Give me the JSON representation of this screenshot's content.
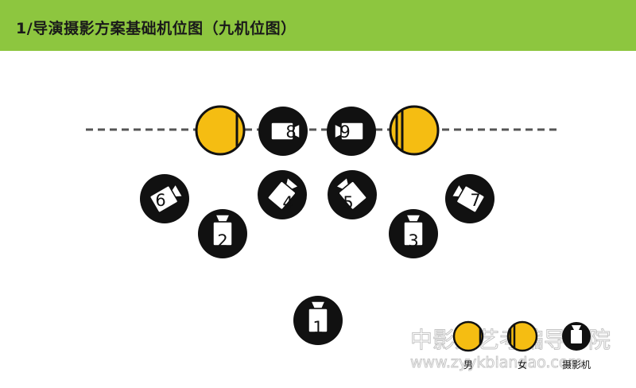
{
  "header": {
    "title": "1/导演摄影方案基础机位图（九机位图）"
  },
  "colors": {
    "header_bg": "#8dc63f",
    "actor_yellow": "#f5bd12",
    "camera_black": "#111111",
    "line_gray": "#555555"
  },
  "actors": [
    {
      "role": "male",
      "icon": "male-actor-icon"
    },
    {
      "role": "female",
      "icon": "female-actor-icon"
    }
  ],
  "cameras": [
    {
      "label": "1",
      "icon": "camera-icon"
    },
    {
      "label": "2",
      "icon": "camera-icon"
    },
    {
      "label": "3",
      "icon": "camera-icon"
    },
    {
      "label": "4",
      "icon": "camera-icon"
    },
    {
      "label": "5",
      "icon": "camera-icon"
    },
    {
      "label": "6",
      "icon": "camera-icon"
    },
    {
      "label": "7",
      "icon": "camera-icon"
    },
    {
      "label": "8",
      "icon": "camera-icon"
    },
    {
      "label": "9",
      "icon": "camera-icon"
    }
  ],
  "legend": {
    "male": "男",
    "female": "女",
    "camera": "摄影机"
  },
  "watermark": {
    "name": "中影人艺考编导学院",
    "url": "www.zyykbiandao.com"
  }
}
